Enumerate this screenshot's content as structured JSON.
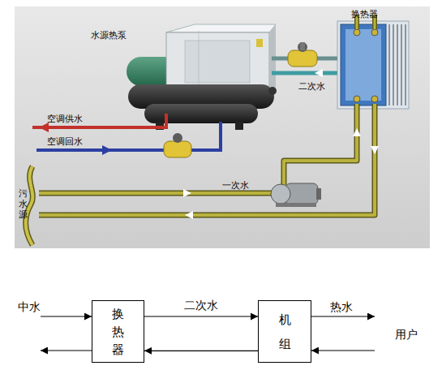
{
  "diagram": {
    "nodes": [
      {
        "text": [
          "换 热 器"
        ]
      },
      {
        "text": [
          "机 组"
        ]
      }
    ],
    "edges": [
      {
        "from": 0,
        "to": 1,
        "arrow": "to",
        "label": "二次水"
      },
      {
        "from": 1,
        "to": 0,
        "arrow": "to"
      }
    ],
    "labels": [
      "水源热泵",
      "换热器",
      "二次水",
      "空调供水",
      "空调回水",
      "一次水",
      "污水源",
      "中水",
      "热水",
      "用户"
    ]
  }
}
